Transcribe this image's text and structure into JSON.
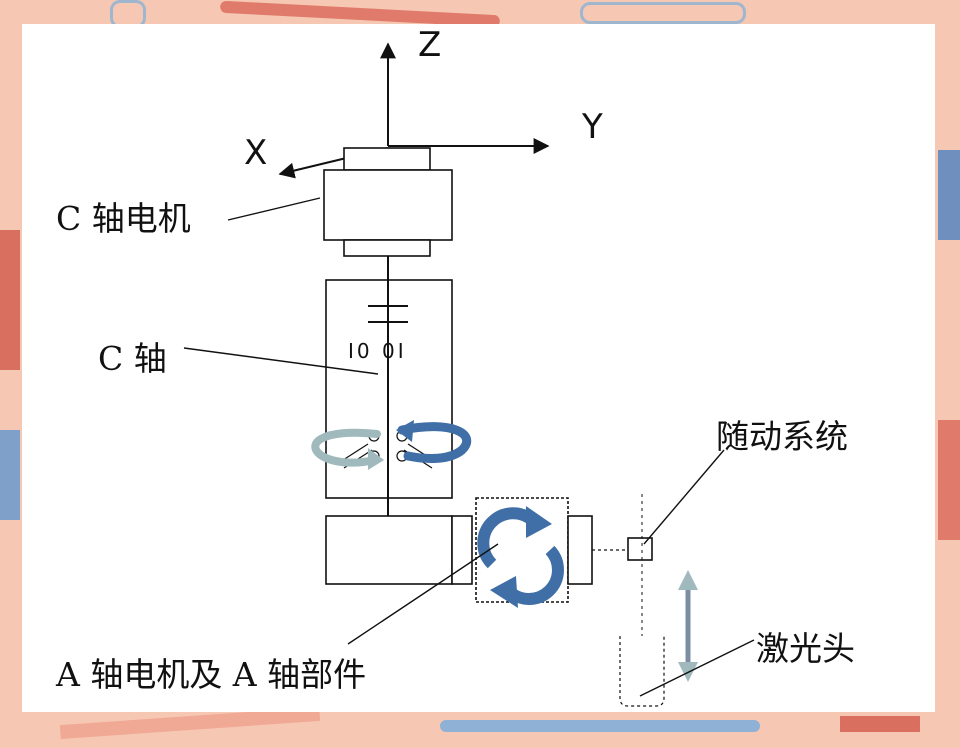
{
  "axes": {
    "z": "Z",
    "y": "Y",
    "x": "X"
  },
  "labels": {
    "c_axis_motor": "C 轴电机",
    "c_axis": "C 轴",
    "follow_system": "随动系统",
    "a_axis_motor": "A 轴电机及 A 轴部件",
    "laser_head": "激光头"
  },
  "bearing_text": "I0 0I",
  "colors": {
    "background": "#f6c8b4",
    "panel": "#ffffff",
    "line": "#111111",
    "arrow_blue": "#3f6fa6",
    "arrow_grey_teal": "#9fb9bd"
  }
}
